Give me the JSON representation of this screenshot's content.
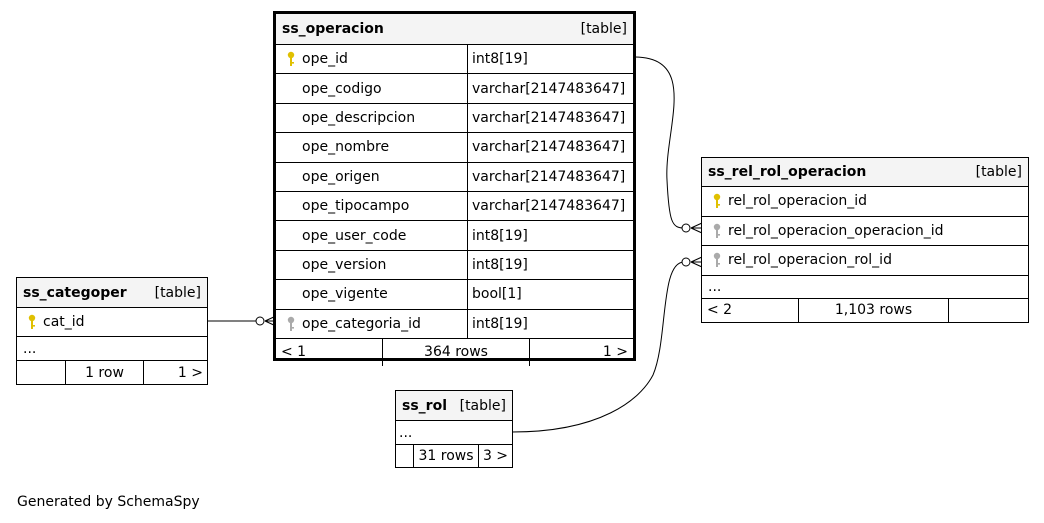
{
  "tables": {
    "ss_operacion": {
      "name": "ss_operacion",
      "type": "[table]",
      "columns": [
        {
          "name": "ope_id",
          "type": "int8[19]",
          "key": "primary-key-icon"
        },
        {
          "name": "ope_codigo",
          "type": "varchar[2147483647]",
          "key": ""
        },
        {
          "name": "ope_descripcion",
          "type": "varchar[2147483647]",
          "key": ""
        },
        {
          "name": "ope_nombre",
          "type": "varchar[2147483647]",
          "key": ""
        },
        {
          "name": "ope_origen",
          "type": "varchar[2147483647]",
          "key": ""
        },
        {
          "name": "ope_tipocampo",
          "type": "varchar[2147483647]",
          "key": ""
        },
        {
          "name": "ope_user_code",
          "type": "int8[19]",
          "key": ""
        },
        {
          "name": "ope_version",
          "type": "int8[19]",
          "key": ""
        },
        {
          "name": "ope_vigente",
          "type": "bool[1]",
          "key": ""
        },
        {
          "name": "ope_categoria_id",
          "type": "int8[19]",
          "key": "foreign-key-icon"
        }
      ],
      "footer": {
        "parents": "< 1",
        "rows": "364 rows",
        "children": "1 >"
      }
    },
    "ss_categoper": {
      "name": "ss_categoper",
      "type": "[table]",
      "columns": [
        {
          "name": "cat_id",
          "key": "primary-key-icon"
        }
      ],
      "ellipsis": "...",
      "footer": {
        "parents": "",
        "rows": "1 row",
        "children": "1 >"
      }
    },
    "ss_rel_rol_operacion": {
      "name": "ss_rel_rol_operacion",
      "type": "[table]",
      "columns": [
        {
          "name": "rel_rol_operacion_id",
          "key": "primary-key-icon"
        },
        {
          "name": "rel_rol_operacion_operacion_id",
          "key": "foreign-key-icon"
        },
        {
          "name": "rel_rol_operacion_rol_id",
          "key": "foreign-key-icon"
        }
      ],
      "ellipsis": "...",
      "footer": {
        "parents": "< 2",
        "rows": "1,103 rows",
        "children": ""
      }
    },
    "ss_rol": {
      "name": "ss_rol",
      "type": "[table]",
      "ellipsis": "...",
      "footer": {
        "parents": "",
        "rows": "31 rows",
        "children": "3 >"
      }
    }
  },
  "colors": {
    "primary_key": "#e0c000",
    "foreign_key": "#aaaaaa",
    "header_bg": "#f4f4f4"
  },
  "footer_note": "Generated by SchemaSpy"
}
